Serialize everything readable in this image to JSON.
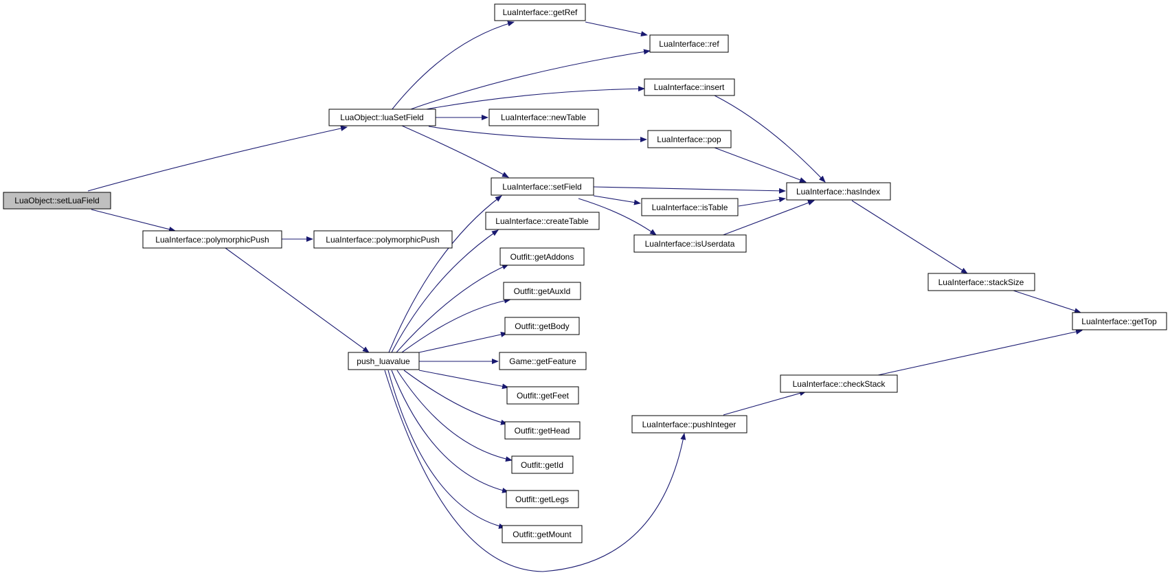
{
  "colors": {
    "edge": "#191970",
    "node_border": "#000000",
    "root_fill": "#bfbfbf",
    "node_fill": "#ffffff"
  },
  "nodes": {
    "setLuaField": "LuaObject::setLuaField",
    "luaSetField": "LuaObject::luaSetField",
    "getRef": "LuaInterface::getRef",
    "ref": "LuaInterface::ref",
    "insert": "LuaInterface::insert",
    "newTable": "LuaInterface::newTable",
    "pop": "LuaInterface::pop",
    "setField": "LuaInterface::setField",
    "hasIndex": "LuaInterface::hasIndex",
    "isTable": "LuaInterface::isTable",
    "createTable": "LuaInterface::createTable",
    "isUserdata": "LuaInterface::isUserdata",
    "polyPush1": "LuaInterface::polymorphicPush",
    "polyPush2": "LuaInterface::polymorphicPush",
    "getAddons": "Outfit::getAddons",
    "getAuxId": "Outfit::getAuxId",
    "getBody": "Outfit::getBody",
    "pushLuavalue": "push_luavalue",
    "getFeature": "Game::getFeature",
    "getFeet": "Outfit::getFeet",
    "getHead": "Outfit::getHead",
    "getId": "Outfit::getId",
    "getLegs": "Outfit::getLegs",
    "getMount": "Outfit::getMount",
    "stackSize": "LuaInterface::stackSize",
    "getTop": "LuaInterface::getTop",
    "checkStack": "LuaInterface::checkStack",
    "pushInteger": "LuaInterface::pushInteger"
  }
}
